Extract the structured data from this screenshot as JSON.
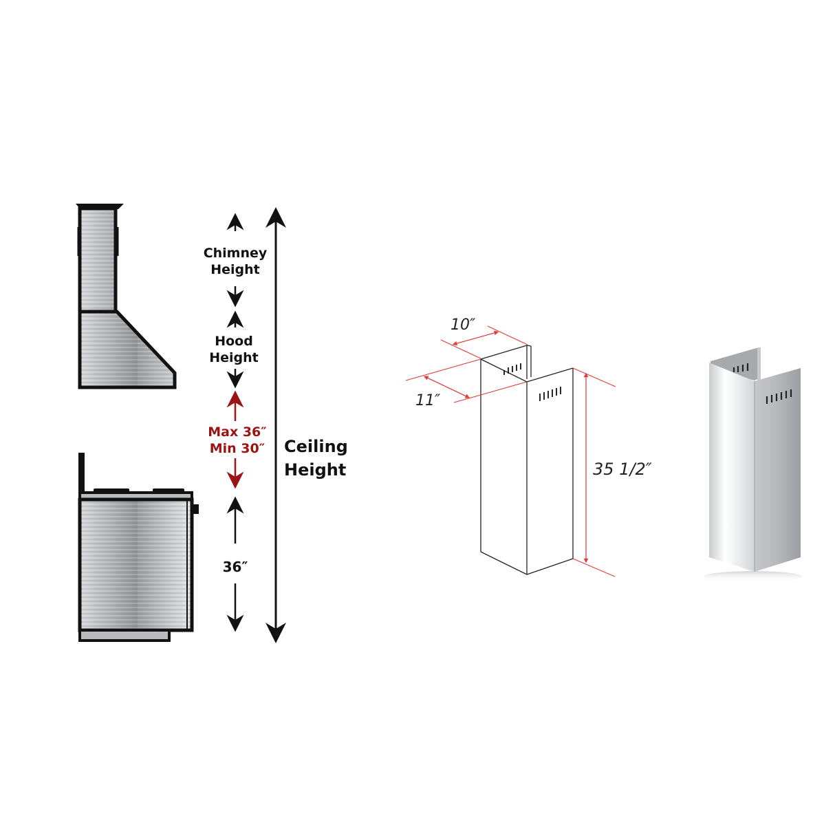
{
  "left_diagram": {
    "chimney_label_line1": "Chimney",
    "chimney_label_line2": "Height",
    "hood_label_line1": "Hood",
    "hood_label_line2": "Height",
    "clearance_max": "Max 36″",
    "clearance_min": "Min 30″",
    "counter_height": "36″",
    "ceiling_label_line1": "Ceiling",
    "ceiling_label_line2": "Height"
  },
  "middle_diagram": {
    "width_label": "10″",
    "depth_label": "11″",
    "height_label": "35 1/2″"
  },
  "colors": {
    "outline": "#111111",
    "clearance_red": "#9b1414",
    "dimension_red": "#e03a3a",
    "steel_light": "#e6e7e9",
    "steel_mid": "#a9abae",
    "steel_dark": "#7d7f82"
  }
}
